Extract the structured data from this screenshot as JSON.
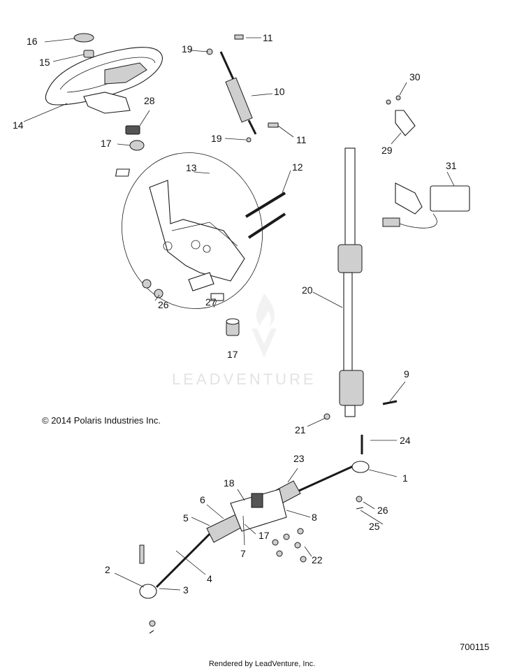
{
  "callouts": {
    "c1": "1",
    "c2": "2",
    "c3": "3",
    "c4": "4",
    "c5": "5",
    "c6": "6",
    "c7": "7",
    "c8": "8",
    "c9": "9",
    "c10": "10",
    "c11a": "11",
    "c11b": "11",
    "c12": "12",
    "c13": "13",
    "c14": "14",
    "c15": "15",
    "c16": "16",
    "c17a": "17",
    "c17b": "17",
    "c17c": "17",
    "c18": "18",
    "c19a": "19",
    "c19b": "19",
    "c20": "20",
    "c21": "21",
    "c22": "22",
    "c23": "23",
    "c24": "24",
    "c25": "25",
    "c26a": "26",
    "c26b": "26",
    "c27": "27",
    "c28": "28",
    "c29": "29",
    "c30": "30",
    "c31": "31"
  },
  "copyright": "© 2014 Polaris Industries Inc.",
  "diagram_number": "700115",
  "footer": "Rendered by LeadVenture, Inc.",
  "watermark": "LEADVENTURE",
  "colors": {
    "line": "#1a1a1a",
    "watermark": "#e3e3e3",
    "background": "#ffffff"
  }
}
